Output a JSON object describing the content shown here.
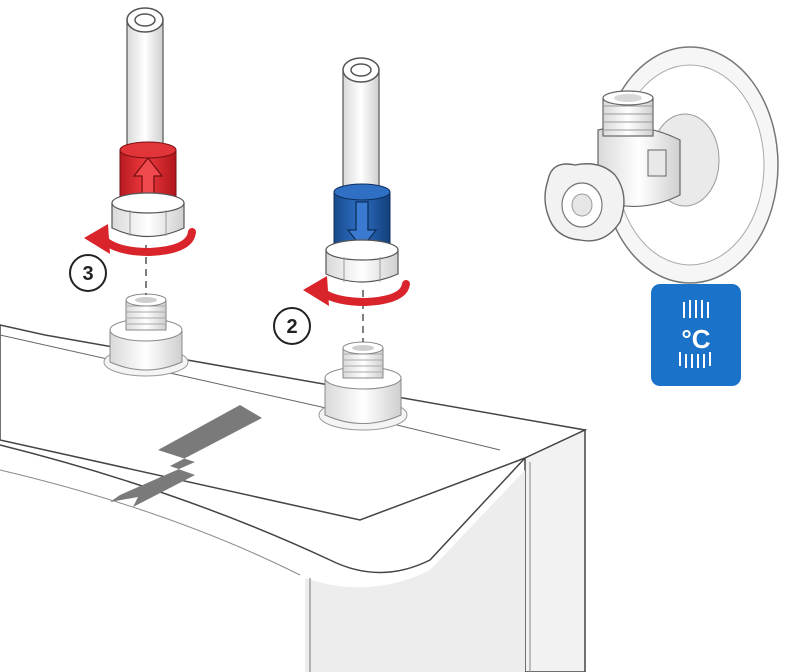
{
  "steps": [
    {
      "number": "3"
    },
    {
      "number": "2"
    }
  ],
  "badge": {
    "symbol": "°C",
    "icon": "hot-water-shower-icon"
  },
  "colors": {
    "hot_connector": "#d8242a",
    "cold_connector": "#1e5aa8",
    "turn_arrow": "#d8242a",
    "badge": "#1a73c8",
    "outline": "#3a3a3a",
    "lightning": "#777777"
  }
}
